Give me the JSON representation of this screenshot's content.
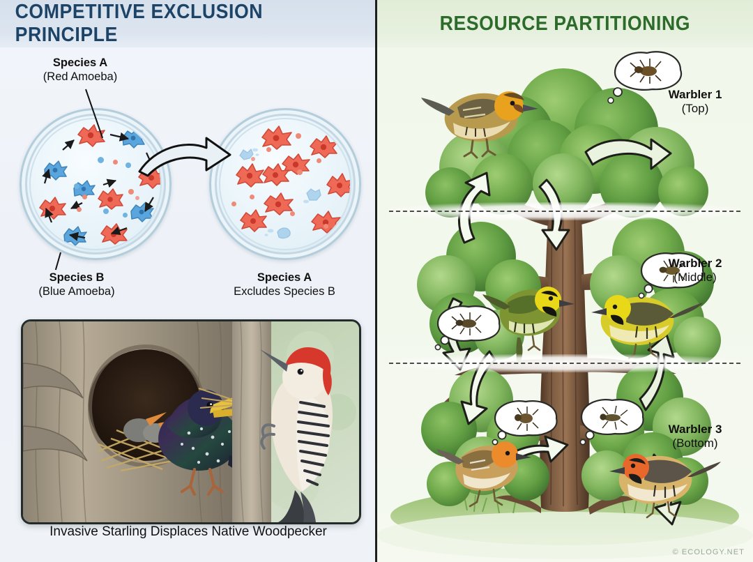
{
  "left_panel": {
    "header": "COMPETITIVE EXCLUSION PRINCIPLE",
    "header_color": "#1d4466",
    "band_color": "#dce5ef",
    "labels": {
      "species_a_top_bold": "Species A",
      "species_a_top_sub": "(Red Amoeba)",
      "species_b_bold": "Species B",
      "species_b_sub": "(Blue Amoeba)",
      "species_a_result_bold": "Species A",
      "species_a_result_sub": "Excludes Species B"
    },
    "dish_left_name": "mixed-culture-dish",
    "dish_right_name": "excluded-culture-dish",
    "transition_arrow": "curved-right-arrow",
    "photo": {
      "caption": "Invasive Starling Displaces Native Woodpecker",
      "subjects": [
        "European Starling at nest cavity",
        "Red-bellied Woodpecker on trunk"
      ]
    },
    "amoeba_colors": {
      "species_a": "#ef6a56",
      "species_b": "#5aa6dc"
    }
  },
  "right_panel": {
    "header": "RESOURCE PARTITIONING",
    "header_color": "#2c6b2a",
    "band_color": "#e6f0de",
    "labels": [
      {
        "bold": "Warbler 1",
        "sub": "(Top)"
      },
      {
        "bold": "Warbler 2",
        "sub": "(Middle)"
      },
      {
        "bold": "Warbler 3",
        "sub": "(Bottom)"
      }
    ],
    "zone_dividers": 2,
    "tree": "deciduous-tree-with-canopy-layers",
    "thought_bubbles": 5,
    "thought_content": "insect",
    "foraging_arrows": 8
  },
  "footer": {
    "copyright": "© ECOLOGY.NET"
  }
}
